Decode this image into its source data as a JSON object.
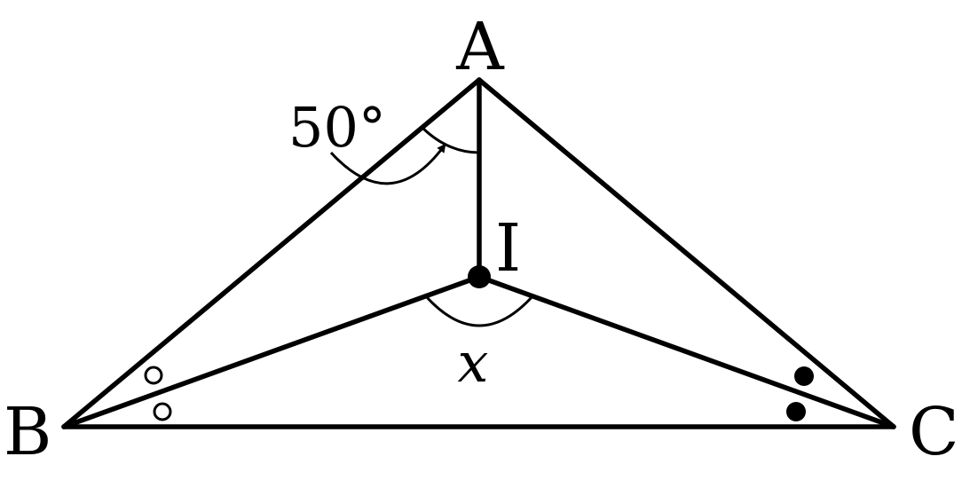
{
  "diagram": {
    "points": {
      "A": "A",
      "B": "B",
      "C": "C",
      "I": "I"
    },
    "angle_label": "50°",
    "unknown_label": "x",
    "marks": {
      "angle_B": "hollow-circle",
      "angle_C": "filled-circle"
    },
    "colors": {
      "stroke": "#000000",
      "background": "#ffffff"
    }
  }
}
